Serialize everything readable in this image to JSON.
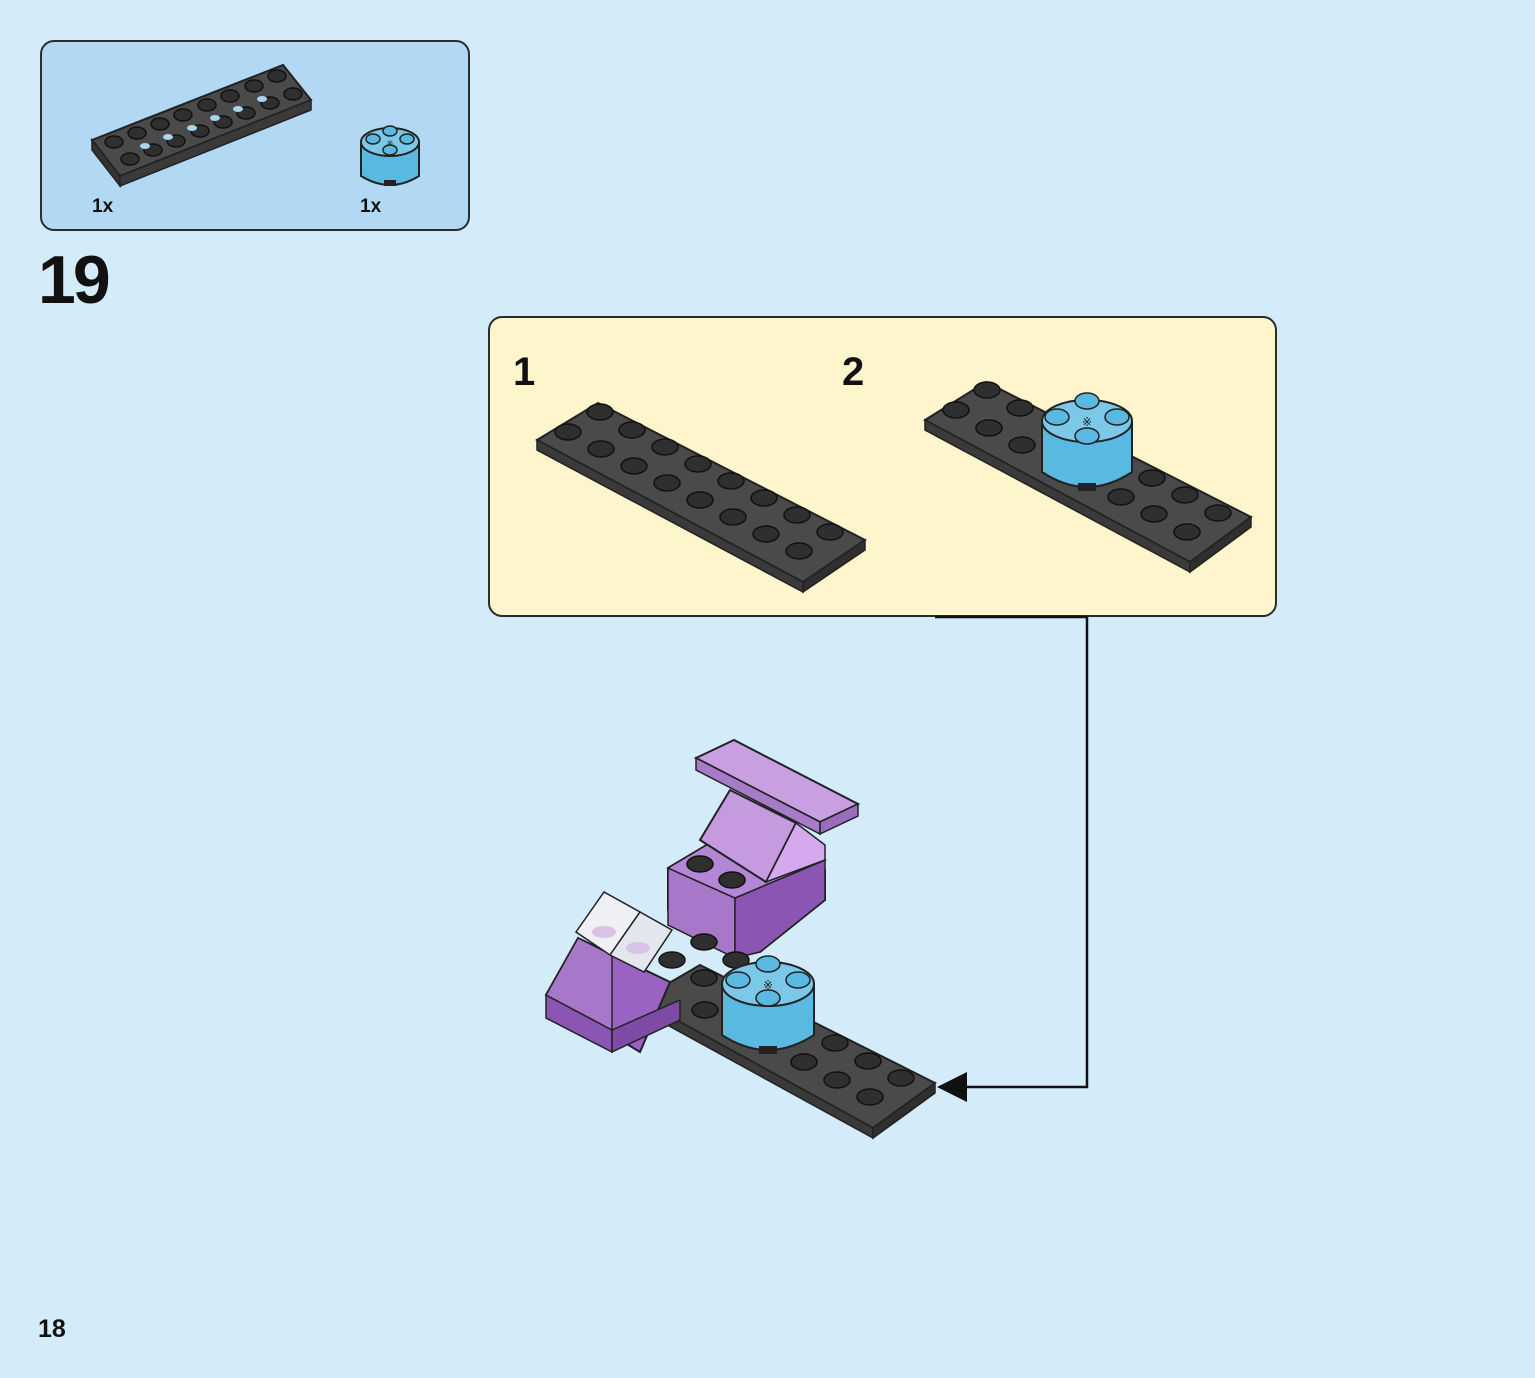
{
  "step": {
    "number": "19"
  },
  "parts": [
    {
      "name": "dark-gray-plate-2x8-icon",
      "quantity": "1x"
    },
    {
      "name": "light-blue-round-brick-2x2-icon",
      "quantity": "1x"
    }
  ],
  "substeps": [
    {
      "label": "1"
    },
    {
      "label": "2"
    }
  ],
  "page": {
    "number": "18"
  },
  "colors": {
    "background": "#d4ebfa",
    "parts_box": "#b3d8f4",
    "substep_box": "#fef5cc",
    "plate_dark_gray": "#4a4a4a",
    "round_brick_blue": "#5ab9e0",
    "purple": "#a778c9"
  }
}
